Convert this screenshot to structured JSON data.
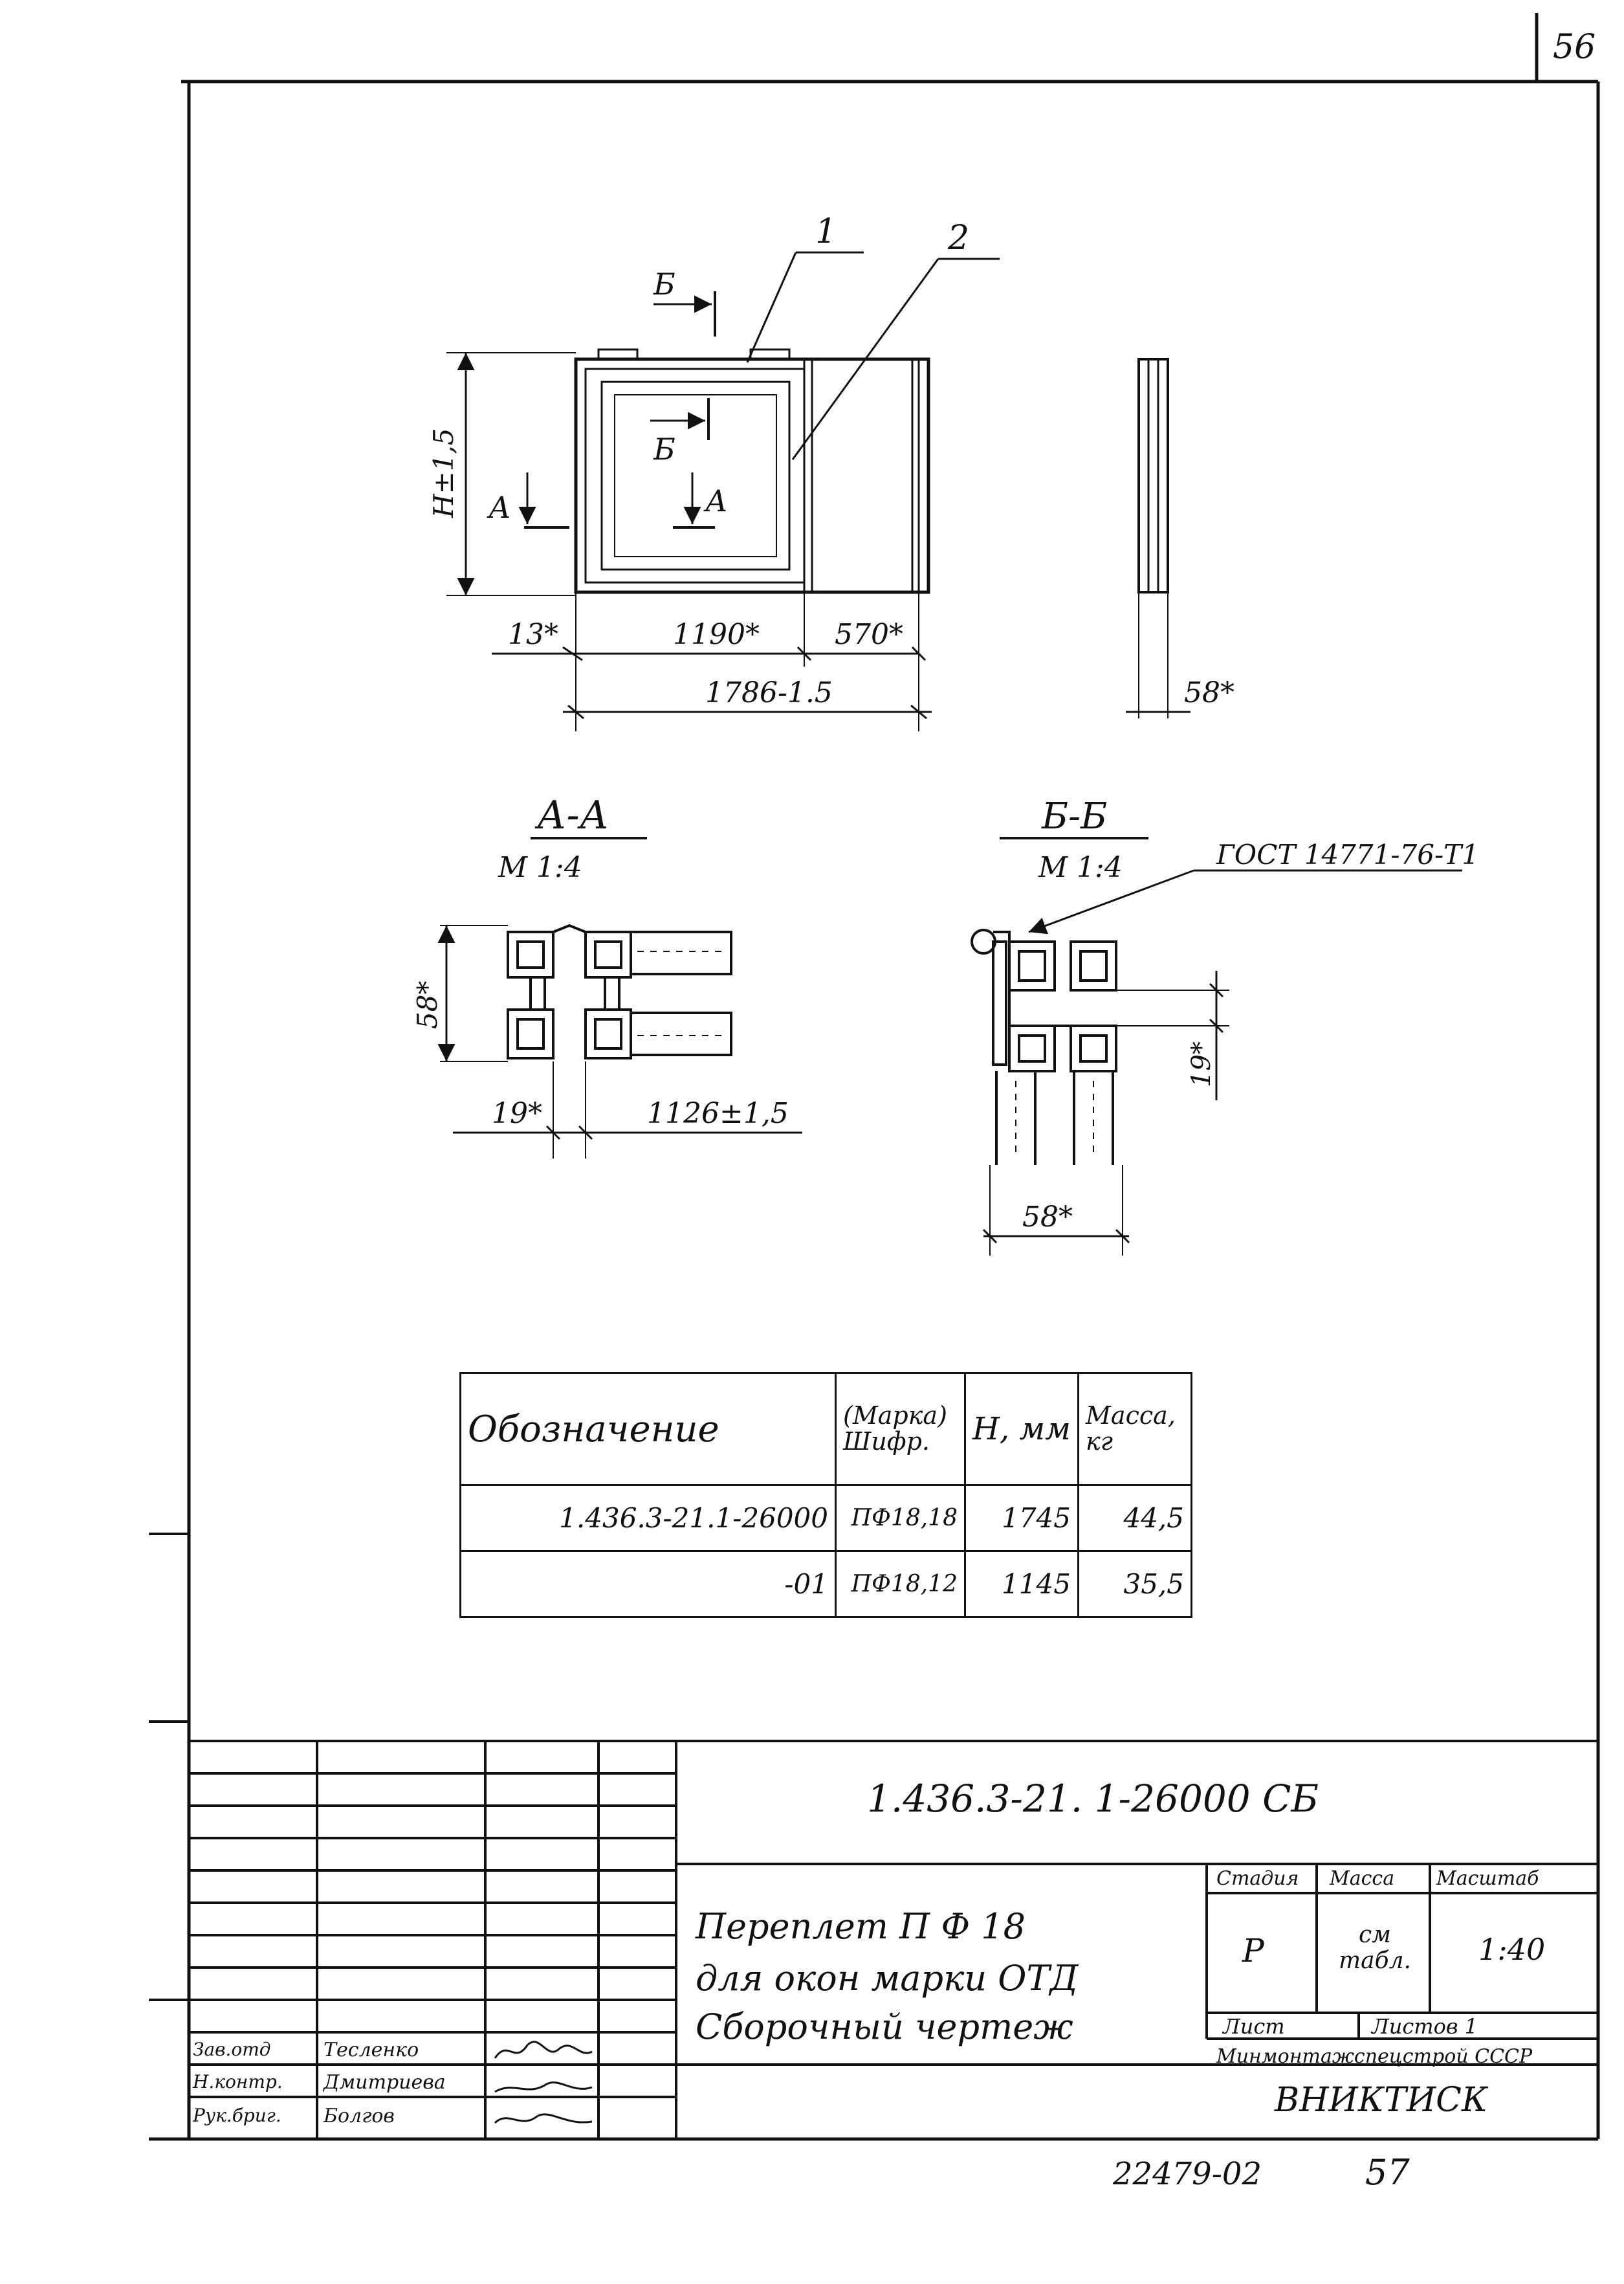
{
  "page_number": "56",
  "bottom_code": "22479-02",
  "bottom_page": "57",
  "main_view": {
    "callout_1": "1",
    "callout_2": "2",
    "section_b_letter": "Б",
    "section_a_letter": "А",
    "height_dim": "H±1,5",
    "dim_left": "13*",
    "dim_middle": "1190*",
    "dim_right": "570*",
    "dim_total": "1786-1.5",
    "side_dim": "58*"
  },
  "section_aa": {
    "title": "А-А",
    "scale": "М 1:4",
    "dim_height": "58*",
    "dim_bottom_left": "19*",
    "dim_bottom_right": "1126±1,5"
  },
  "section_bb": {
    "title": "Б-Б",
    "scale": "М 1:4",
    "gost": "ГОСТ 14771-76-Т1",
    "dim_side": "19*",
    "dim_bottom": "58*"
  },
  "spec_table": {
    "headers": [
      "Обозначение",
      "(Марка) Шифр.",
      "Н, мм",
      "Масса, кг"
    ],
    "rows": [
      [
        "1.436.3-21.1-26000",
        "ПФ18,18",
        "1745",
        "44,5"
      ],
      [
        "-01",
        "ПФ18,12",
        "1145",
        "35,5"
      ]
    ]
  },
  "title_block": {
    "doc_code": "1.436.3-21. 1-26000 СБ",
    "title_line1": "Переплет П Ф 18",
    "title_line2": "для окон марки ОТД",
    "title_line3": "Сборочный чертеж",
    "stage_label": "Стадия",
    "mass_label": "Масса",
    "scale_label": "Масштаб",
    "stage_value": "Р",
    "mass_value": "см табл.",
    "scale_value": "1:40",
    "sheet_label": "Лист",
    "sheets_label": "Листов 1",
    "ministry": "Минмонтажспецстрой СССР",
    "org": "ВНИКТИСК",
    "signers": [
      {
        "role": "Зав.отд",
        "name": "Тесленко"
      },
      {
        "role": "Н.контр.",
        "name": "Дмитриева"
      },
      {
        "role": "Рук.бриг.",
        "name": "Болгов"
      }
    ]
  }
}
